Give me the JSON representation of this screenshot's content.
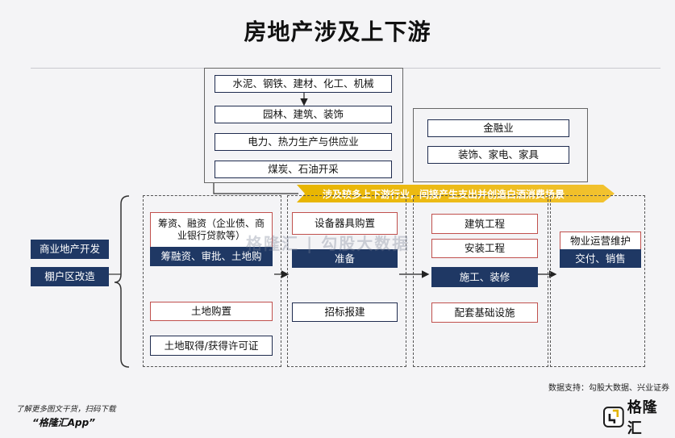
{
  "title": "房地产涉及上下游",
  "top_group": [
    "水泥、钢铁、建材、化工、机械",
    "园林、建筑、装饰",
    "电力、热力生产与供应业",
    "煤炭、石油开采"
  ],
  "right_group": [
    "金融业",
    "装饰、家电、家具"
  ],
  "banner": "涉及较多上下游行业，间接产生支出并创造白酒消费场景",
  "left_items": [
    "商业地产开发",
    "棚户区改造"
  ],
  "stage1": {
    "financing": "筹资、融资（企业债、商业银行贷款等）",
    "financing_dark": "筹融资、审批、土地购",
    "land_purchase": "土地购置",
    "land_acquire": "土地取得/获得许可证"
  },
  "stage2": {
    "equipment": "设备器具购置",
    "prep": "准备",
    "tender": "招标报建"
  },
  "stage3": {
    "build": "建筑工程",
    "install": "安装工程",
    "construction": "施工、装修",
    "supporting": "配套基础设施"
  },
  "stage4": {
    "property": "物业运营维护",
    "delivery": "交付、销售"
  },
  "watermark": "格隆汇 | 勾股大数据",
  "source": "数据支持：勾股大数据、兴业证券",
  "footer": {
    "line1": "了解更多图文干货，扫码下载",
    "line2": "“格隆汇App”"
  },
  "logo": "格隆汇",
  "colors": {
    "dark_box": "#1f3864",
    "red_border": "#c0504d",
    "banner": "#e8b500"
  }
}
